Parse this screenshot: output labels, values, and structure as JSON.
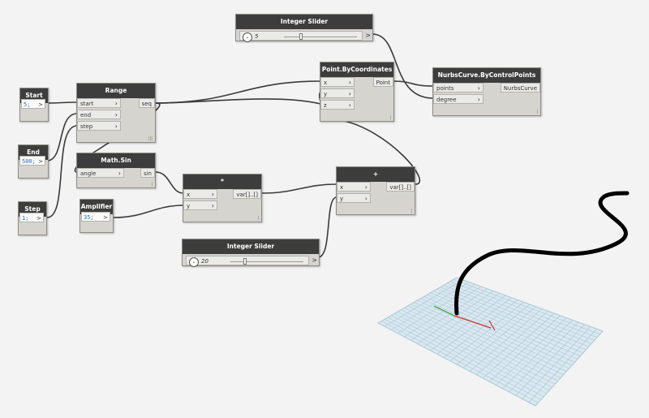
{
  "nodes": {
    "integer_slider_top": {
      "title": "Integer Slider",
      "value": "5",
      "out": ">"
    },
    "integer_slider_bottom": {
      "title": "Integer Slider",
      "value": "20",
      "out": ">"
    },
    "start": {
      "title": "Start",
      "code": "5;",
      "out": ">"
    },
    "end": {
      "title": "End",
      "code": "500;",
      "out": ">"
    },
    "step": {
      "title": "Step",
      "code": "1;",
      "out": ">"
    },
    "amplifier": {
      "title": "Amplifier",
      "code": "35;",
      "out": ">"
    },
    "range": {
      "title": "Range",
      "inputs": [
        "start",
        "end",
        "step"
      ],
      "output": "seq",
      "lacing": "|||"
    },
    "math_sin": {
      "title": "Math.Sin",
      "inputs": [
        "angle"
      ],
      "output": "sin",
      "lacing": "|"
    },
    "multiply": {
      "title": "*",
      "inputs": [
        "x",
        "y"
      ],
      "output": "var[]..[]",
      "lacing": "|"
    },
    "add": {
      "title": "+",
      "inputs": [
        "x",
        "y"
      ],
      "output": "var[]..[]",
      "lacing": "|"
    },
    "point_by_coordinates": {
      "title": "Point.ByCoordinates",
      "inputs": [
        "x",
        "y",
        "z"
      ],
      "output": "Point",
      "lacing": "|"
    },
    "nurbs_curve": {
      "title": "NurbsCurve.ByControlPoints",
      "inputs": [
        "points",
        "degree"
      ],
      "output": "NurbsCurve",
      "lacing": "|"
    }
  },
  "icons": {
    "slider_toggle": "chevron-down-icon",
    "port_chevron": "chevron-right-icon"
  },
  "colors": {
    "node_header": "#3d3d3d",
    "node_body": "#d6d4cf",
    "wire": "#3a3a3a",
    "grid": "#a8c8d8",
    "curve": "#000000",
    "axis_x": "#d03030",
    "axis_y": "#30a030"
  }
}
